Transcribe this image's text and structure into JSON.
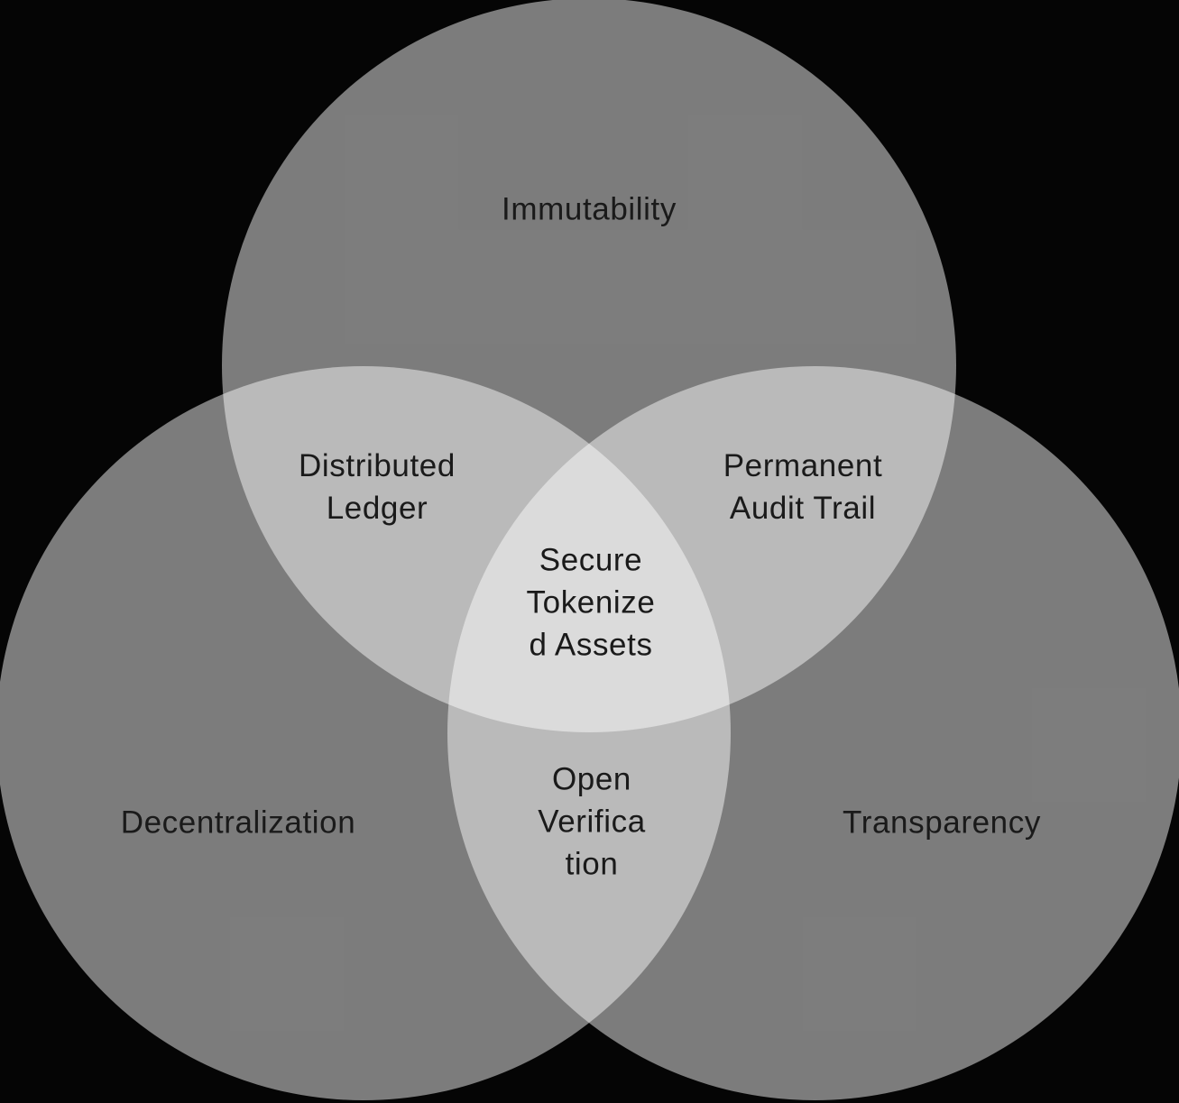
{
  "diagram": {
    "type": "venn-3",
    "background_color": "#050505",
    "circle_color": "rgba(255,255,255,0.48)",
    "label_color": "#1a1a1a",
    "regions": {
      "top": {
        "label": "Immutability"
      },
      "left": {
        "label": "Decentralization"
      },
      "right": {
        "label": "Transparency"
      },
      "top_left_overlap": {
        "label": "Distributed\nLedger"
      },
      "top_right_overlap": {
        "label": "Permanent\nAudit Trail"
      },
      "center_overlap": {
        "label": "Secure\nTokenize\nd Assets"
      },
      "bottom_overlap": {
        "label": "Open\nVerifica\ntion"
      }
    }
  }
}
